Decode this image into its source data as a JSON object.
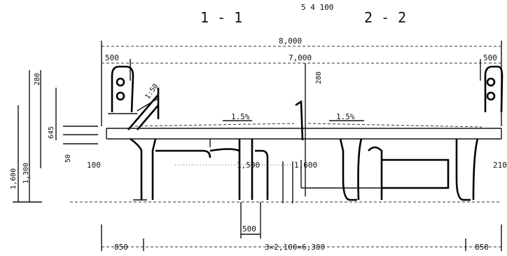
{
  "title_partial": "5 4 100",
  "sections": {
    "left": "1 - 1",
    "right": "2 - 2"
  },
  "dims": {
    "total_width": "8,000",
    "deck_width": "7,000",
    "left_curb": "500",
    "right_curb": "500",
    "slope_left": "1.5%",
    "slope_right": "1.5%",
    "girder_spacing": "3×2,100=6,300",
    "left_overhang": "850",
    "right_overhang": "850",
    "web_width_a": "1,500",
    "web_width_b": "1,600",
    "bottom_flange": "500",
    "left_edge_small": "100",
    "right_edge_small": "210",
    "left_rail_height": "280",
    "mid_rail_height": "280",
    "left_depth_total": "1,600",
    "left_depth_girder": "1,300",
    "left_dim_a": "645",
    "left_dim_b": "50",
    "diag_label": "1:50"
  }
}
